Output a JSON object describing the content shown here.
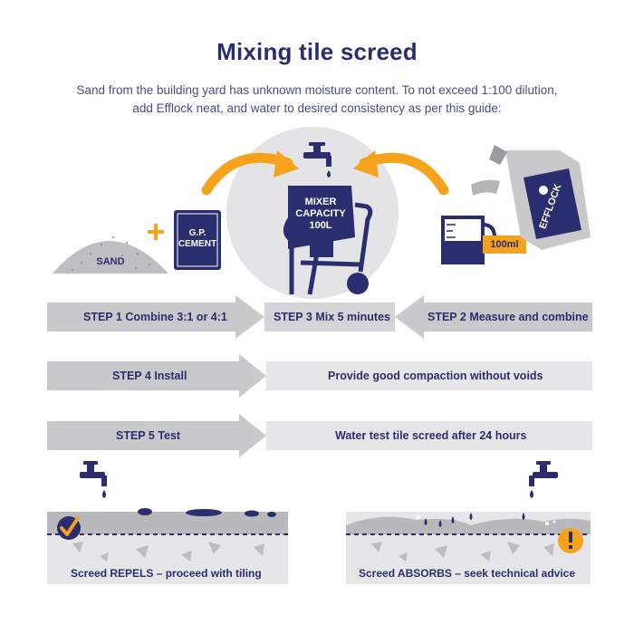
{
  "header": {
    "title": "Mixing tile screed",
    "subtitle_line1": "Sand from the building yard has unknown moisture content. To not exceed 1:100 dilution,",
    "subtitle_line2": "add Efflock neat, and water to desired consistency as per this guide:"
  },
  "illustration": {
    "sand_label": "SAND",
    "cement_label_line1": "G.P.",
    "cement_label_line2": "CEMENT",
    "mixer_label_line1": "MIXER",
    "mixer_label_line2": "CAPACITY",
    "mixer_label_line3": "100L",
    "measure_label": "100ml",
    "product_label": "EFFLOCK"
  },
  "steps": {
    "step1": "STEP 1 Combine 3:1 or 4:1",
    "step3": "STEP 3 Mix 5 minutes",
    "step2": "STEP 2 Measure and combine",
    "step4": "STEP 4 Install",
    "step4_desc": "Provide good compaction without voids",
    "step5": "STEP 5 Test",
    "step5_desc": "Water test tile screed after 24 hours"
  },
  "results": {
    "repels": "Screed REPELS – proceed with tiling",
    "absorbs": "Screed ABSORBS – seek technical advice"
  },
  "colors": {
    "navy": "#2b2e6e",
    "orange": "#f5a21c",
    "grey_bar": "#e6e6e8",
    "arrow_grey": "#c9c9cc"
  }
}
